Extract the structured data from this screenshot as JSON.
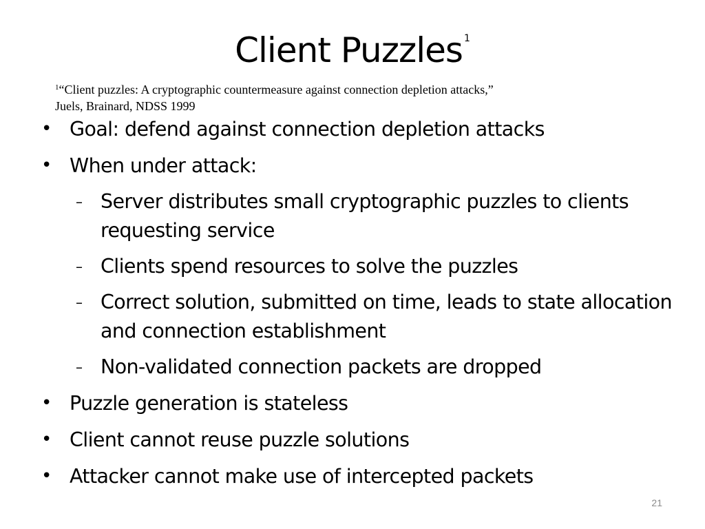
{
  "slide": {
    "title": "Client Puzzles",
    "title_footnote_marker": "1",
    "footnote": {
      "marker": "1",
      "text": "“Client puzzles: A cryptographic countermeasure against connection depletion attacks,”",
      "authors": "Juels, Brainard, NDSS 1999"
    },
    "bullets": [
      {
        "marker": "•",
        "text": "Goal: defend against connection depletion attacks"
      },
      {
        "marker": "•",
        "text": "When under attack:"
      },
      {
        "marker": "–",
        "text": "Server distributes small cryptographic puzzles to clients requesting service"
      },
      {
        "marker": "–",
        "text": "Clients spend resources to solve the puzzles"
      },
      {
        "marker": "–",
        "text": "Correct solution, submitted on time, leads to state allocation and connection establishment"
      },
      {
        "marker": "–",
        "text": "Non-validated connection packets are dropped"
      },
      {
        "marker": "•",
        "text": "Puzzle generation is stateless"
      },
      {
        "marker": "•",
        "text": "Client cannot reuse puzzle solutions"
      },
      {
        "marker": "•",
        "text": "Attacker cannot make use of intercepted packets"
      }
    ],
    "page_number": "21"
  }
}
